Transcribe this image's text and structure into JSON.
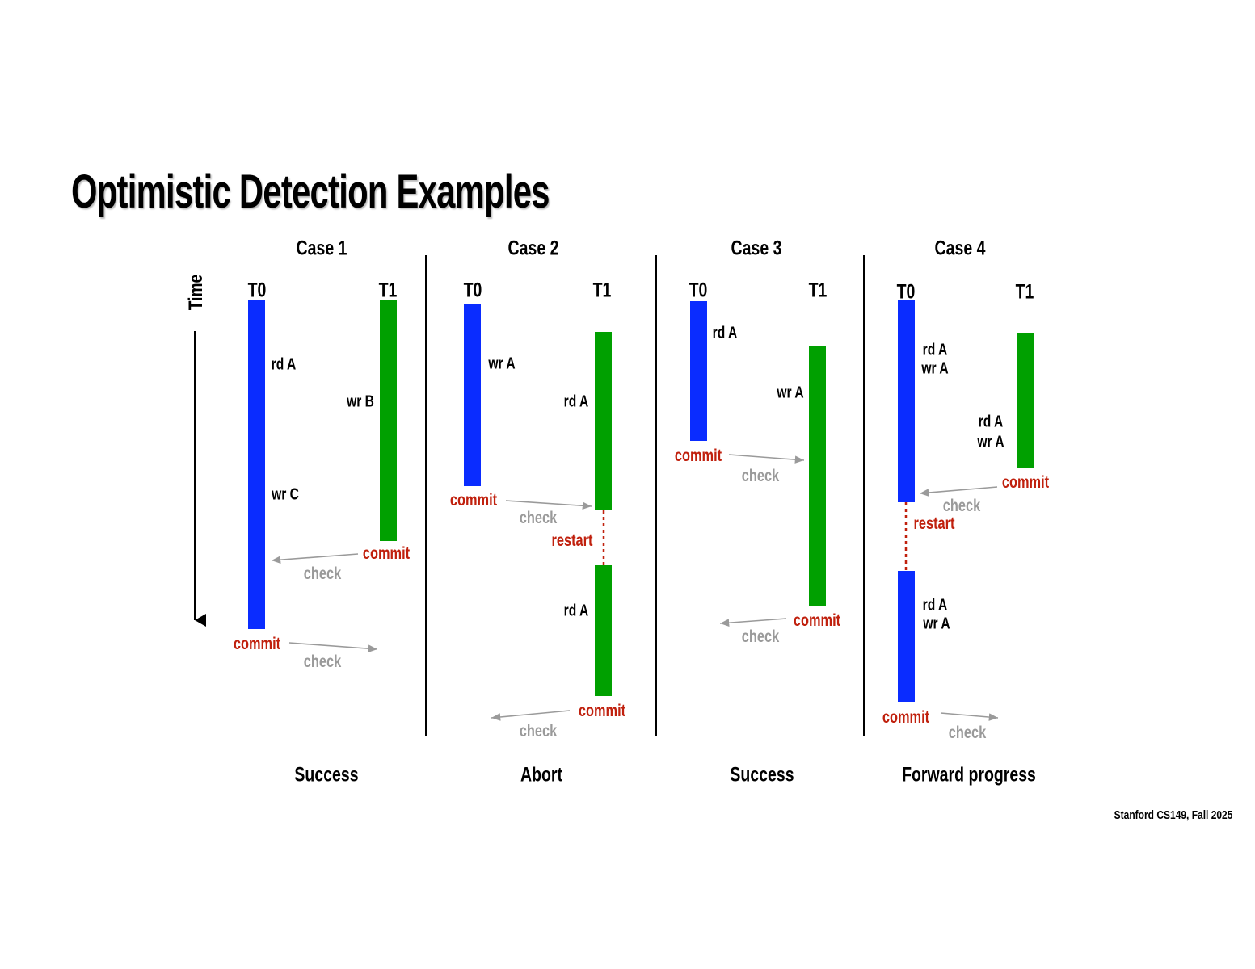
{
  "title": "Optimistic Detection Examples",
  "time_label": "Time",
  "footer": "Stanford CS149, Fall 2025",
  "colors": {
    "t0": "#0a2cff",
    "t1": "#00a000",
    "commit": "#c0200d",
    "check": "#9a9a9a"
  },
  "cases": [
    {
      "title": "Case 1",
      "t0": "T0",
      "t1": "T1",
      "result": "Success",
      "labels": [
        "rd A",
        "wr B",
        "wr C",
        "commit",
        "check",
        "commit",
        "check"
      ]
    },
    {
      "title": "Case 2",
      "t0": "T0",
      "t1": "T1",
      "result": "Abort",
      "labels": [
        "wr A",
        "rd A",
        "commit",
        "check",
        "restart",
        "rd A",
        "commit",
        "check"
      ]
    },
    {
      "title": "Case 3",
      "t0": "T0",
      "t1": "T1",
      "result": "Success",
      "labels": [
        "rd A",
        "wr A",
        "commit",
        "check",
        "commit",
        "check"
      ]
    },
    {
      "title": "Case 4",
      "t0": "T0",
      "t1": "T1",
      "result": "Forward progress",
      "labels": [
        "rd A",
        "wr A",
        "rd A",
        "wr A",
        "commit",
        "check",
        "restart",
        "rd A",
        "wr A",
        "commit",
        "check"
      ]
    }
  ]
}
